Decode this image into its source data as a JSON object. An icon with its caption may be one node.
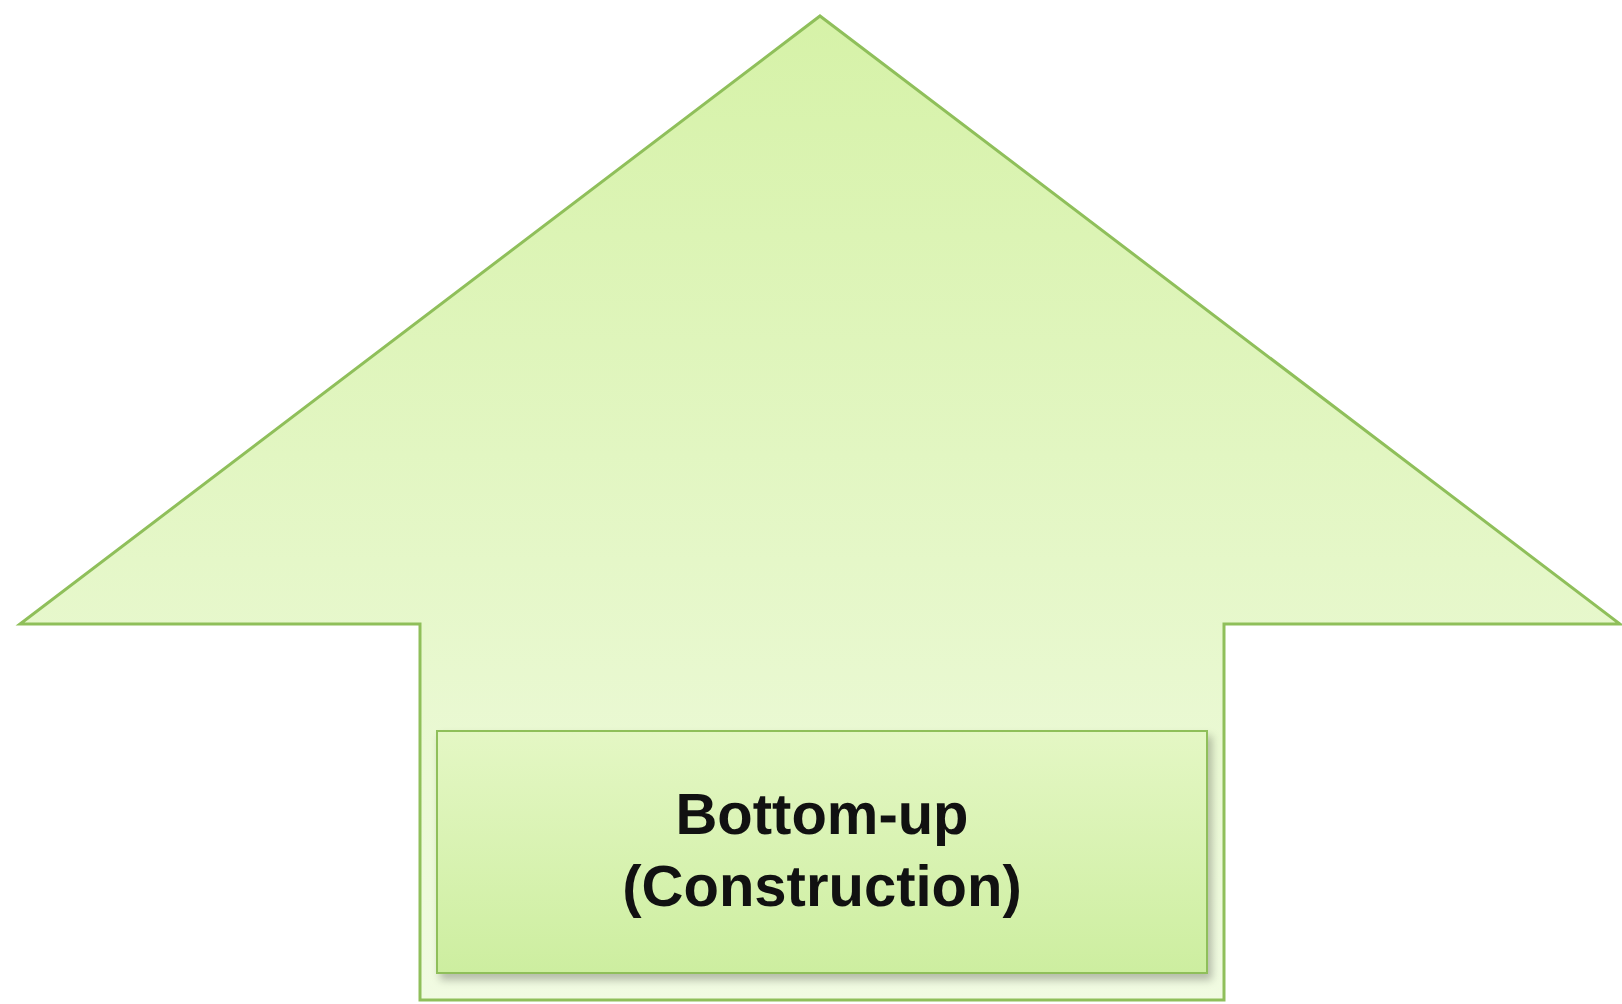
{
  "diagram": {
    "nodes": [
      {
        "text": [],
        "shape": "arrow"
      },
      {
        "text": [
          "Bottom-up (Construction)"
        ],
        "in": 0
      }
    ]
  }
}
